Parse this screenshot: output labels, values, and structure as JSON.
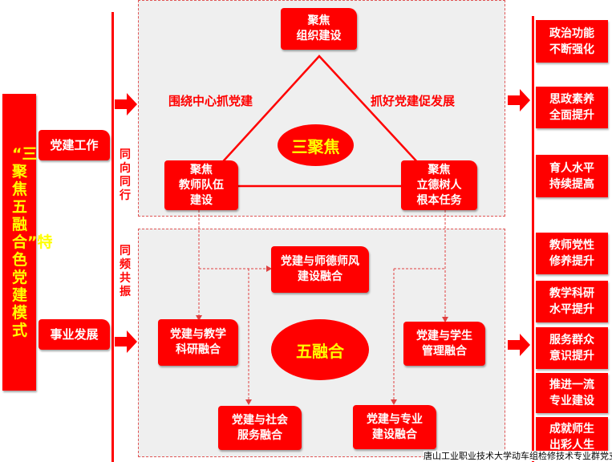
{
  "left": {
    "title_chars": "“三聚焦五融合”特色党建模式",
    "party_work": "党建工作",
    "career_dev": "事业发展",
    "mid_top": "同向同行",
    "mid_bottom": "同频共振"
  },
  "top": {
    "center": "三聚焦",
    "focus_org": "聚焦\n组织建设",
    "focus_teacher": "聚焦\n教师队伍\n建设",
    "focus_moral": "聚焦\n立德树人\n根本任务",
    "left_label": "围绕中心抓党建",
    "right_label": "抓好党建促发展"
  },
  "bottom": {
    "center": "五融合",
    "ethics": "党建与师德师风\n建设融合",
    "research": "党建与教学\n科研融合",
    "student": "党建与学生\n管理融合",
    "social": "党建与社会\n服务融合",
    "major": "党建与专业\n建设融合"
  },
  "right": [
    "政治功能\n不断强化",
    "思政素养\n全面提升",
    "育人水平\n持续提高",
    "教师党性\n修养提升",
    "教学科研\n水平提升",
    "服务群众\n意识提升",
    "推进一流\n专业建设",
    "成就师生\n出彩人生"
  ],
  "watermark": "唐山工业职业技术大学动车组检修技术专业群党支部",
  "colors": {
    "red": "#ff0000",
    "yellow": "#ffff00",
    "panel": "#efefef"
  }
}
